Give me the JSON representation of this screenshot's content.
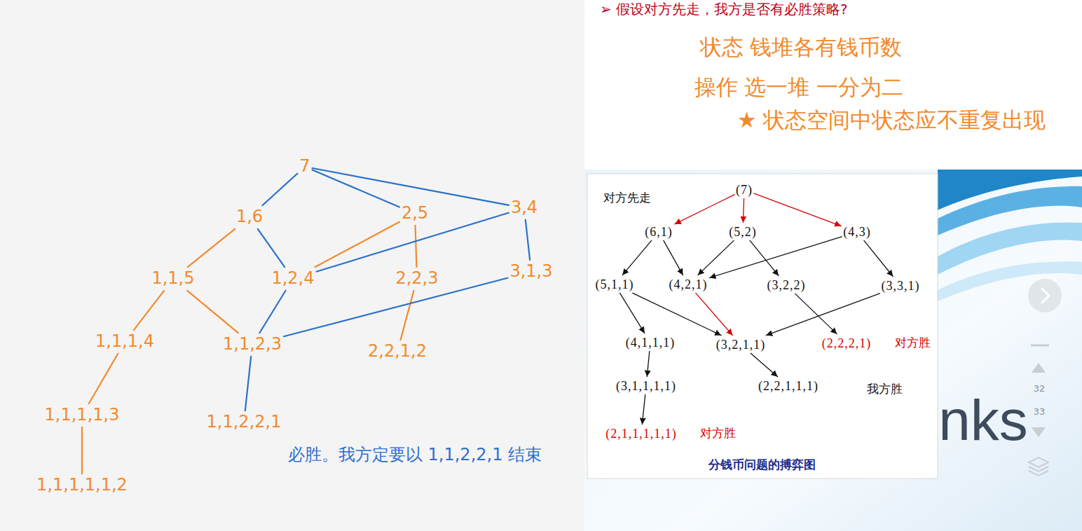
{
  "diagram": {
    "title": "➢ 假设对方先走，我方是否有必胜策略?",
    "caption": "分钱币问题的搏弈图",
    "nodes": [
      {
        "text": [
          "7"
        ]
      },
      {
        "text": [
          "1,6"
        ]
      },
      {
        "text": [
          "2,5"
        ]
      },
      {
        "text": [
          "3,4"
        ]
      },
      {
        "text": [
          "1,1,5"
        ]
      },
      {
        "text": [
          "1,2,4"
        ]
      },
      {
        "text": [
          "2,2,3"
        ]
      },
      {
        "text": [
          "3,1,3"
        ]
      },
      {
        "text": [
          "1,1,1,4"
        ]
      },
      {
        "text": [
          "1,1,2,3"
        ]
      },
      {
        "text": [
          "2,2,1,2"
        ]
      },
      {
        "text": [
          "1,1,1,1,3"
        ]
      },
      {
        "text": [
          "1,1,2,2,1"
        ]
      },
      {
        "text": [
          "1,1,1,1,1,2"
        ]
      },
      {
        "text": [
          "(7)"
        ]
      },
      {
        "text": [
          "(6,1)"
        ]
      },
      {
        "text": [
          "(5,2)"
        ]
      },
      {
        "text": [
          "(4,3)"
        ]
      },
      {
        "text": [
          "(5,1,1)"
        ]
      },
      {
        "text": [
          "(4,2,1)"
        ]
      },
      {
        "text": [
          "(3,2,2)"
        ]
      },
      {
        "text": [
          "(3,3,1)"
        ]
      },
      {
        "text": [
          "(4,1,1,1)"
        ]
      },
      {
        "text": [
          "(3,2,1,1)"
        ]
      },
      {
        "text": [
          "(2,2,2,1)"
        ]
      },
      {
        "text": [
          "(3,1,1,1,1)"
        ]
      },
      {
        "text": [
          "(2,2,1,1,1)"
        ]
      },
      {
        "text": [
          "(2,1,1,1,1,1)"
        ]
      }
    ],
    "edges": [
      {
        "from": 0,
        "to": 1,
        "arrow": "none"
      },
      {
        "from": 0,
        "to": 2,
        "arrow": "none"
      },
      {
        "from": 0,
        "to": 3,
        "arrow": "none"
      },
      {
        "from": 1,
        "to": 4,
        "arrow": "none"
      },
      {
        "from": 1,
        "to": 5,
        "arrow": "none"
      },
      {
        "from": 2,
        "to": 5,
        "arrow": "none"
      },
      {
        "from": 2,
        "to": 6,
        "arrow": "none"
      },
      {
        "from": 3,
        "to": 5,
        "arrow": "none"
      },
      {
        "from": 3,
        "to": 7,
        "arrow": "none"
      },
      {
        "from": 4,
        "to": 8,
        "arrow": "none"
      },
      {
        "from": 4,
        "to": 9,
        "arrow": "none"
      },
      {
        "from": 5,
        "to": 9,
        "arrow": "none"
      },
      {
        "from": 6,
        "to": 10,
        "arrow": "none"
      },
      {
        "from": 7,
        "to": 9,
        "arrow": "none"
      },
      {
        "from": 8,
        "to": 11,
        "arrow": "none"
      },
      {
        "from": 9,
        "to": 12,
        "arrow": "none"
      },
      {
        "from": 11,
        "to": 13,
        "arrow": "none"
      },
      {
        "from": 14,
        "to": 15,
        "arrow": "to"
      },
      {
        "from": 14,
        "to": 16,
        "arrow": "to"
      },
      {
        "from": 14,
        "to": 17,
        "arrow": "to"
      },
      {
        "from": 15,
        "to": 18,
        "arrow": "to"
      },
      {
        "from": 15,
        "to": 19,
        "arrow": "to"
      },
      {
        "from": 16,
        "to": 19,
        "arrow": "to"
      },
      {
        "from": 16,
        "to": 20,
        "arrow": "to"
      },
      {
        "from": 17,
        "to": 19,
        "arrow": "to"
      },
      {
        "from": 17,
        "to": 21,
        "arrow": "to"
      },
      {
        "from": 18,
        "to": 22,
        "arrow": "to"
      },
      {
        "from": 18,
        "to": 23,
        "arrow": "to"
      },
      {
        "from": 19,
        "to": 23,
        "arrow": "to"
      },
      {
        "from": 21,
        "to": 23,
        "arrow": "to"
      },
      {
        "from": 20,
        "to": 24,
        "arrow": "to"
      },
      {
        "from": 22,
        "to": 25,
        "arrow": "to"
      },
      {
        "from": 23,
        "to": 26,
        "arrow": "to"
      },
      {
        "from": 25,
        "to": 27,
        "arrow": "to"
      }
    ],
    "labels": [
      "状态 钱堆各有钱币数",
      "操作 选一堆 一分为二",
      "★ 状态空间中状态应不重复出现",
      "必胜。我方定要以 1,1,2,2,1 结束",
      "对方先走",
      "对方胜",
      "我方胜",
      "对方胜",
      "nks",
      "32",
      "33"
    ]
  }
}
